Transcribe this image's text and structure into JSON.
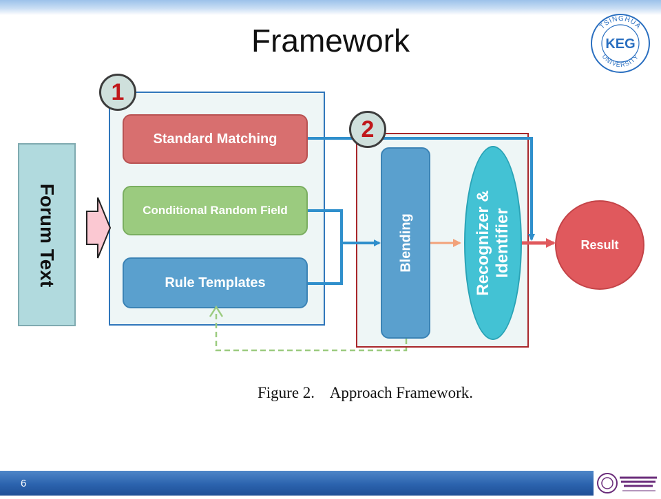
{
  "slide": {
    "title": "Framework",
    "page_number": "6"
  },
  "logo": {
    "arc_top": "TSINGHUA",
    "center": "KEG",
    "arc_bottom": "UNIVERSITY"
  },
  "diagram": {
    "input": "Forum Text",
    "badges": [
      "1",
      "2"
    ],
    "methods": [
      {
        "label": "Standard Matching",
        "color": "#d86f6f"
      },
      {
        "label": "Conditional Random Field",
        "color": "#9bcb7f"
      },
      {
        "label": "Rule Templates",
        "color": "#5aa0ce"
      }
    ],
    "blending": "Blending",
    "recognizer_line1": "Recognizer &",
    "recognizer_line2": "Identifier",
    "result": "Result",
    "caption": "Figure 2.    Approach Framework."
  },
  "footer": {
    "university_logo": "tsinghua-university-icon"
  }
}
